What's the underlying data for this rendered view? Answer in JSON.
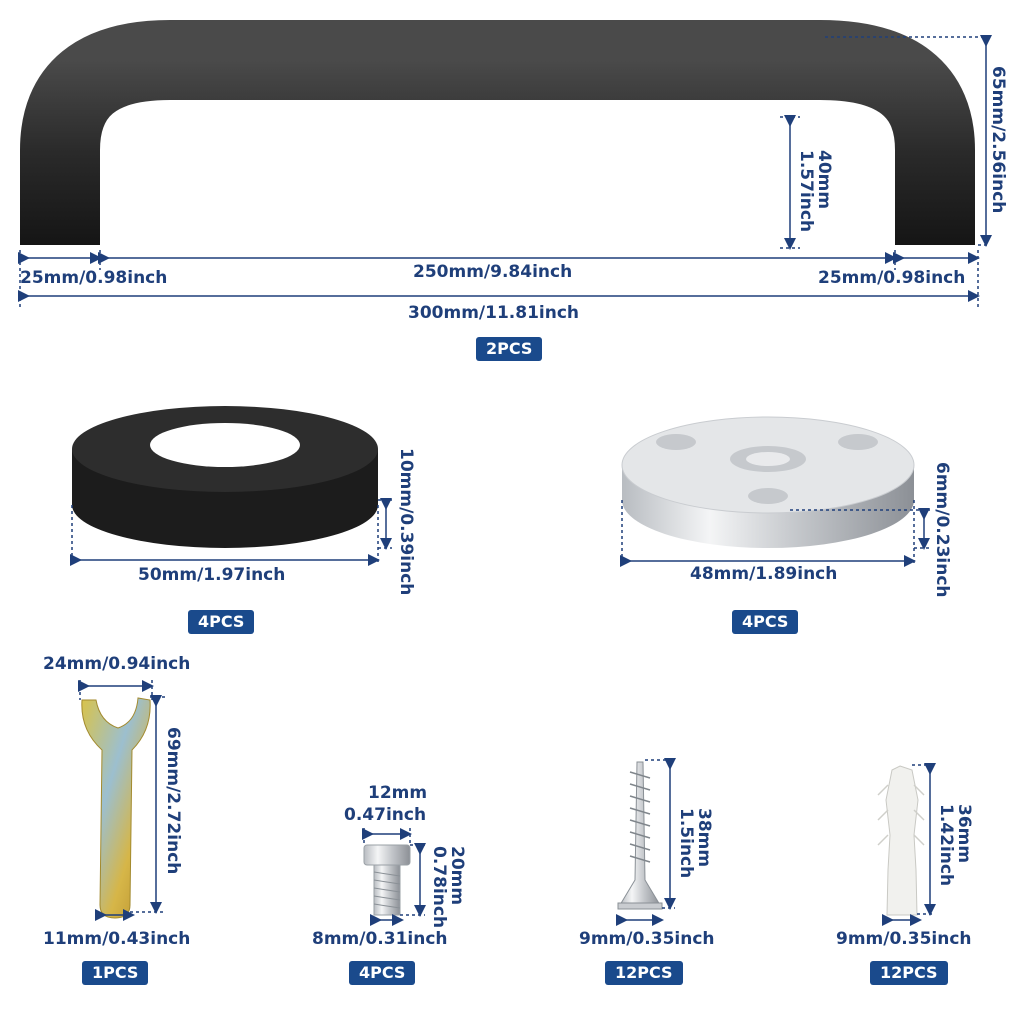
{
  "handle": {
    "total_length": "300mm/11.81inch",
    "center_length": "250mm/9.84inch",
    "left_end": "25mm/0.98inch",
    "right_end": "25mm/0.98inch",
    "total_height": "65mm/2.56inch",
    "inner_height": "40mm 1.57inch",
    "quantity": "2PCS"
  },
  "black_base": {
    "diameter": "50mm/1.97inch",
    "thickness": "10mm/0.39inch",
    "quantity": "4PCS"
  },
  "metal_plate": {
    "diameter": "48mm/1.89inch",
    "thickness": "6mm/0.23inch",
    "quantity": "4PCS"
  },
  "wrench": {
    "opening": "24mm/0.94inch",
    "length": "69mm/2.72inch",
    "width": "11mm/0.43inch",
    "quantity": "1PCS"
  },
  "bolt": {
    "head_line1": "12mm",
    "head_line2": "0.47inch",
    "length": "20mm 0.78inch",
    "diameter": "8mm/0.31inch",
    "quantity": "4PCS"
  },
  "screw": {
    "length": "38mm 1.5inch",
    "diameter": "9mm/0.35inch",
    "quantity": "12PCS"
  },
  "anchor": {
    "length": "36mm 1.42inch",
    "diameter": "9mm/0.35inch",
    "quantity": "12PCS"
  },
  "colors": {
    "label": "#1f3f7a",
    "badge": "#1a4a8c",
    "handle": "#2b2b2b",
    "base": "#232323",
    "steel": "#d9dbde"
  }
}
